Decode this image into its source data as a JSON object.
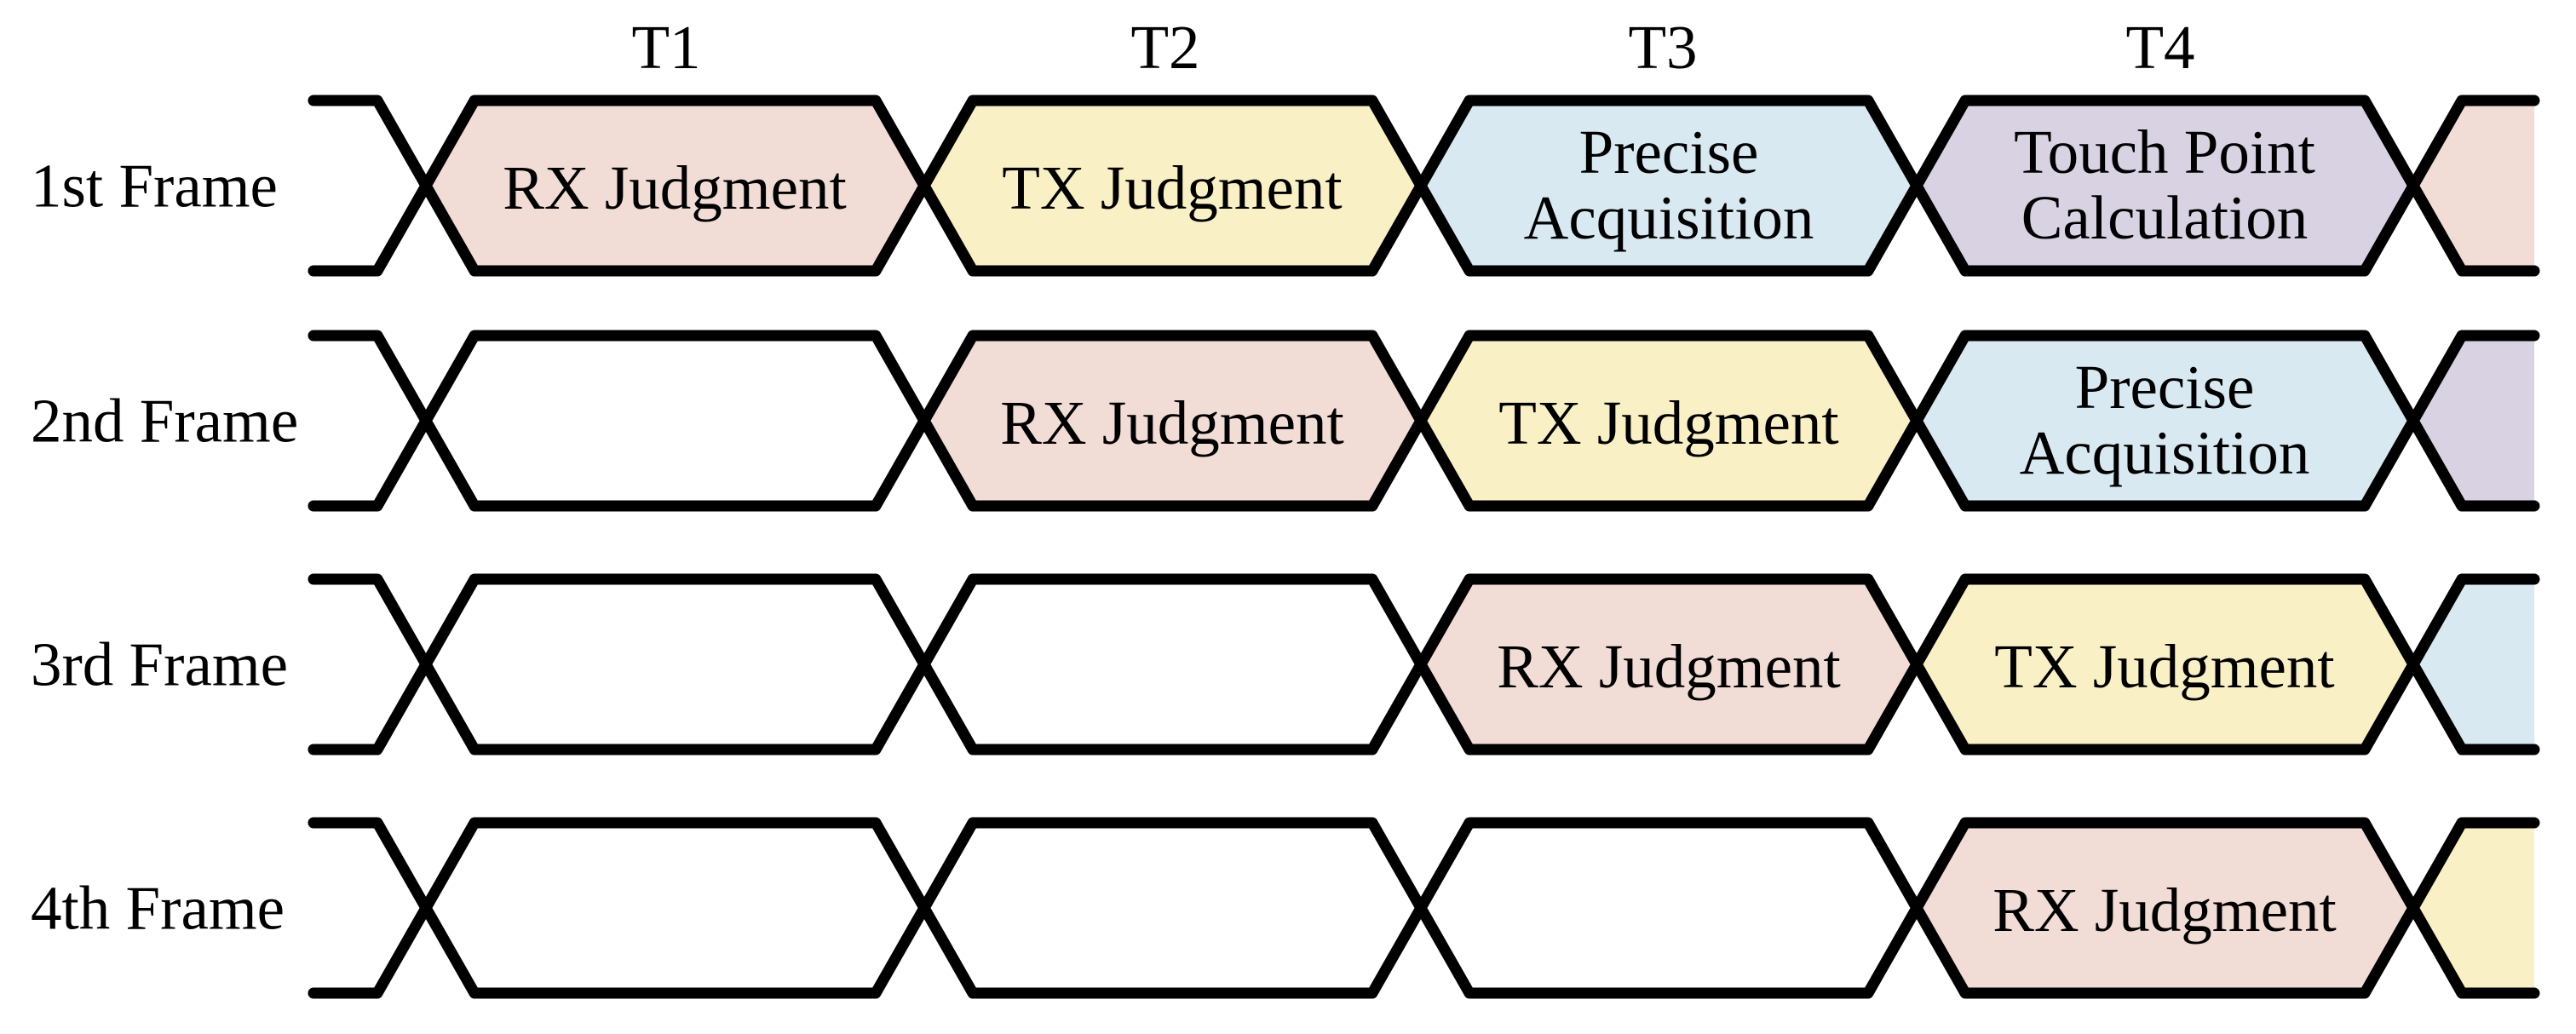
{
  "time_slots": [
    {
      "label": "T1"
    },
    {
      "label": "T2"
    },
    {
      "label": "T3"
    },
    {
      "label": "T4"
    }
  ],
  "colors": {
    "rx_judgment": "#F2DCD6",
    "tx_judgment": "#FAF0C6",
    "precise_acquisition": "#D8E9F1",
    "touch_point_calculation": "#D8D2E2",
    "idle_slot": "#FFFFFF",
    "line": "#000000"
  },
  "frames": [
    {
      "label": "1st Frame",
      "slots": [
        {
          "line1": "RX Judgment",
          "line2": "",
          "color": "#F2DCD6"
        },
        {
          "line1": "TX Judgment",
          "line2": "",
          "color": "#FAF0C6"
        },
        {
          "line1": "Precise",
          "line2": "Acquisition",
          "color": "#D8E9F1"
        },
        {
          "line1": "Touch Point",
          "line2": "Calculation",
          "color": "#D8D2E2"
        }
      ],
      "next_slot_color": "#F2DCD6"
    },
    {
      "label": "2nd Frame",
      "slots": [
        {
          "line1": "",
          "line2": "",
          "color": "#FFFFFF"
        },
        {
          "line1": "RX Judgment",
          "line2": "",
          "color": "#F2DCD6"
        },
        {
          "line1": "TX Judgment",
          "line2": "",
          "color": "#FAF0C6"
        },
        {
          "line1": "Precise",
          "line2": "Acquisition",
          "color": "#D8E9F1"
        }
      ],
      "next_slot_color": "#D8D2E2"
    },
    {
      "label": "3rd Frame",
      "slots": [
        {
          "line1": "",
          "line2": "",
          "color": "#FFFFFF"
        },
        {
          "line1": "",
          "line2": "",
          "color": "#FFFFFF"
        },
        {
          "line1": "RX Judgment",
          "line2": "",
          "color": "#F2DCD6"
        },
        {
          "line1": "TX Judgment",
          "line2": "",
          "color": "#FAF0C6"
        }
      ],
      "next_slot_color": "#D8E9F1"
    },
    {
      "label": "4th Frame",
      "slots": [
        {
          "line1": "",
          "line2": "",
          "color": "#FFFFFF"
        },
        {
          "line1": "",
          "line2": "",
          "color": "#FFFFFF"
        },
        {
          "line1": "",
          "line2": "",
          "color": "#FFFFFF"
        },
        {
          "line1": "RX Judgment",
          "line2": "",
          "color": "#F2DCD6"
        }
      ],
      "next_slot_color": "#FAF0C6"
    }
  ]
}
